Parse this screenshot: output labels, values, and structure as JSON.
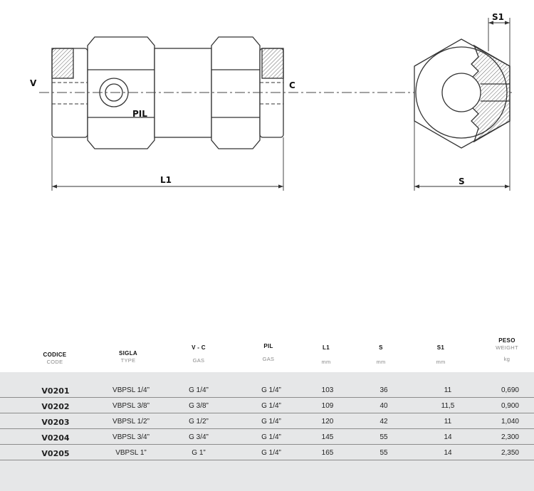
{
  "drawing": {
    "labels": {
      "v": "V",
      "c": "C",
      "pil": "PIL",
      "l1": "L1",
      "s": "S",
      "s1": "S1"
    }
  },
  "table": {
    "headers": [
      {
        "title": "CODICE",
        "sub": "CODE"
      },
      {
        "title": "SIGLA",
        "sub": "TYPE"
      },
      {
        "title": "V - C",
        "sub": "GAS"
      },
      {
        "title": "PIL",
        "sub": "GAS"
      },
      {
        "title": "L1",
        "sub": "mm"
      },
      {
        "title": "S",
        "sub": "mm"
      },
      {
        "title": "S1",
        "sub": "mm"
      },
      {
        "title": "PESO",
        "sub": "WEIGHT",
        "sub2": "kg"
      }
    ],
    "rows": [
      {
        "code": "V0201",
        "type": "VBPSL 1/4”",
        "vc": "G 1/4”",
        "pil": "G 1/4”",
        "l1": "103",
        "s": "36",
        "s1": "11",
        "weight": "0,690"
      },
      {
        "code": "V0202",
        "type": "VBPSL 3/8”",
        "vc": "G 3/8”",
        "pil": "G 1/4”",
        "l1": "109",
        "s": "40",
        "s1": "11,5",
        "weight": "0,900"
      },
      {
        "code": "V0203",
        "type": "VBPSL 1/2”",
        "vc": "G 1/2”",
        "pil": "G 1/4”",
        "l1": "120",
        "s": "42",
        "s1": "11",
        "weight": "1,040"
      },
      {
        "code": "V0204",
        "type": "VBPSL 3/4”",
        "vc": "G 3/4”",
        "pil": "G 1/4”",
        "l1": "145",
        "s": "55",
        "s1": "14",
        "weight": "2,300"
      },
      {
        "code": "V0205",
        "type": "VBPSL 1”",
        "vc": "G 1”",
        "pil": "G 1/4”",
        "l1": "165",
        "s": "55",
        "s1": "14",
        "weight": "2,350"
      }
    ]
  }
}
